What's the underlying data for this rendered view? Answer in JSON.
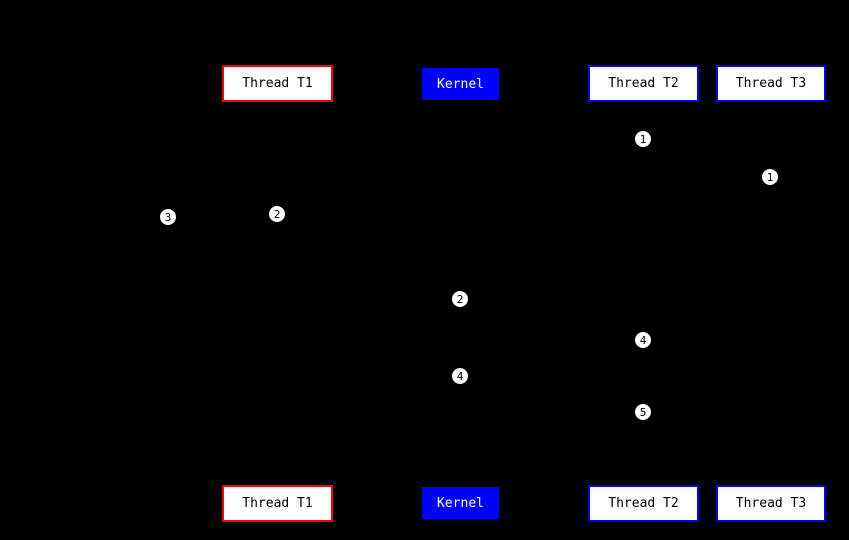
{
  "diagram": {
    "background_color": "#000000",
    "colors": {
      "thread_t1_border": "#ff0000",
      "thread_border": "#0000ff",
      "kernel_fill": "#0000ff",
      "box_fill": "#ffffff",
      "box_text": "#000000",
      "kernel_text": "#ffffff",
      "marker_fill": "#ffffff",
      "marker_text": "#000000"
    },
    "boxes": {
      "top_t1": {
        "label": "Thread T1"
      },
      "top_kernel": {
        "label": "Kernel"
      },
      "top_t2": {
        "label": "Thread T2"
      },
      "top_t3": {
        "label": "Thread T3"
      },
      "bottom_t1": {
        "label": "Thread T1"
      },
      "bottom_kernel": {
        "label": "Kernel"
      },
      "bottom_t2": {
        "label": "Thread T2"
      },
      "bottom_t3": {
        "label": "Thread T3"
      }
    },
    "markers": {
      "m1_t2": {
        "label": "1"
      },
      "m1_t3": {
        "label": "1"
      },
      "m2_t1": {
        "label": "2"
      },
      "m3_left": {
        "label": "3"
      },
      "m2_kernel": {
        "label": "2"
      },
      "m4_t2": {
        "label": "4"
      },
      "m4_kernel": {
        "label": "4"
      },
      "m5_t2": {
        "label": "5"
      }
    }
  }
}
